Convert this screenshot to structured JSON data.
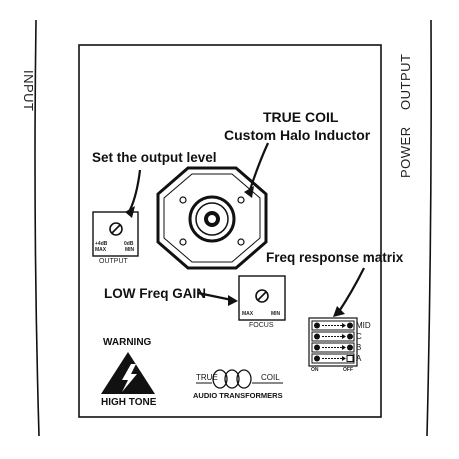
{
  "side_labels": {
    "input": "INPUT",
    "output": "OUTPUT",
    "power": "POWER"
  },
  "callouts": {
    "true_coil_line1": "TRUE COIL",
    "true_coil_line2": "Custom Halo Inductor",
    "output_level": "Set the output level",
    "freq_matrix": "Freq response matrix",
    "low_freq_gain": "LOW Freq GAIN"
  },
  "output_knob": {
    "label": "OUTPUT",
    "max_top": "+4dB",
    "max": "MAX",
    "min_top": "0dB",
    "min": "MIN"
  },
  "focus_knob": {
    "label": "FOCUS",
    "max": "MAX",
    "min": "MIN"
  },
  "switch_matrix": {
    "rows": [
      "MID",
      "C",
      "B",
      "A"
    ],
    "on_label": "ON",
    "off_label": "OFF"
  },
  "warning": {
    "top": "WARNING",
    "bottom": "HIGH TONE"
  },
  "logo": {
    "left": "TRUE",
    "right": "COIL",
    "subtitle": "AUDIO TRANSFORMERS"
  }
}
